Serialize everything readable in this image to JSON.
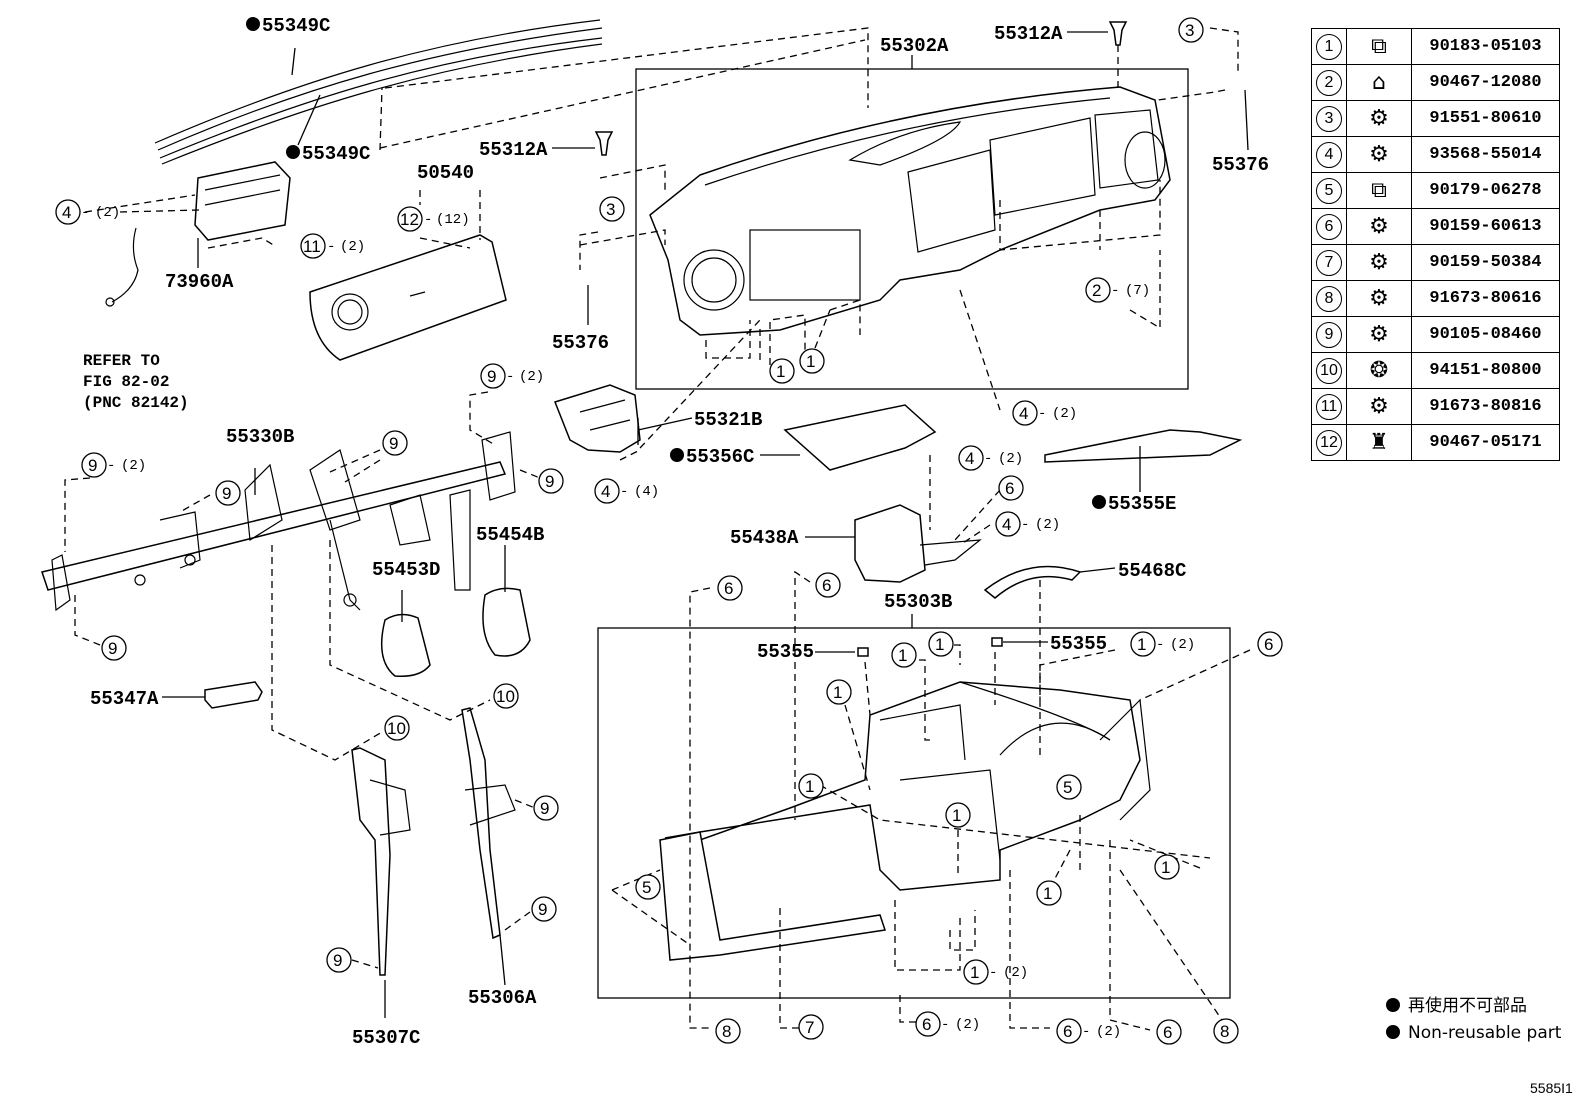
{
  "callouts": {
    "p55349C_a": "55349C",
    "p55349C_b": "55349C",
    "p55302A": "55302A",
    "p55312A_a": "55312A",
    "p55312A_b": "55312A",
    "p55376_a": "55376",
    "p55376_b": "55376",
    "p50540": "50540",
    "p73960A": "73960A",
    "p55321B": "55321B",
    "p55356C": "55356C",
    "p55355E": "55355E",
    "p55330B": "55330B",
    "p55453D": "55453D",
    "p55454B": "55454B",
    "p55438A": "55438A",
    "p55468C": "55468C",
    "p55303B": "55303B",
    "p55355_a": "55355",
    "p55355_b": "55355",
    "p55347A": "55347A",
    "p55306A": "55306A",
    "p55307C": "55307C"
  },
  "note": {
    "line1": "REFER TO",
    "line2": "FIG 82-02",
    "line3": "(PNC 82142)"
  },
  "qty": {
    "q2": "(2)",
    "q4": "(4)",
    "q7": "(7)",
    "q12": "(12)"
  },
  "parts_table": [
    {
      "num": "1",
      "icon": "clip-nut-icon",
      "glyph": "⧉",
      "part_no": "90183-05103"
    },
    {
      "num": "2",
      "icon": "clip-icon",
      "glyph": "⌂",
      "part_no": "90467-12080"
    },
    {
      "num": "3",
      "icon": "bolt-icon",
      "glyph": "⚙",
      "part_no": "91551-80610"
    },
    {
      "num": "4",
      "icon": "bolt-icon",
      "glyph": "⚙",
      "part_no": "93568-55014"
    },
    {
      "num": "5",
      "icon": "clip-nut-icon",
      "glyph": "⧉",
      "part_no": "90179-06278"
    },
    {
      "num": "6",
      "icon": "bolt-icon",
      "glyph": "⚙",
      "part_no": "90159-60613"
    },
    {
      "num": "7",
      "icon": "screw-icon",
      "glyph": "⚙",
      "part_no": "90159-50384"
    },
    {
      "num": "8",
      "icon": "screw-icon",
      "glyph": "⚙",
      "part_no": "91673-80616"
    },
    {
      "num": "9",
      "icon": "bolt-icon",
      "glyph": "⚙",
      "part_no": "90105-08460"
    },
    {
      "num": "10",
      "icon": "nut-icon",
      "glyph": "❂",
      "part_no": "94151-80800"
    },
    {
      "num": "11",
      "icon": "screw-icon",
      "glyph": "⚙",
      "part_no": "91673-80816"
    },
    {
      "num": "12",
      "icon": "push-clip-icon",
      "glyph": "♜",
      "part_no": "90467-05171"
    }
  ],
  "legend": {
    "jp": "再使用不可部品",
    "en": "Non-reusable part"
  },
  "figure_code": "5585I1"
}
